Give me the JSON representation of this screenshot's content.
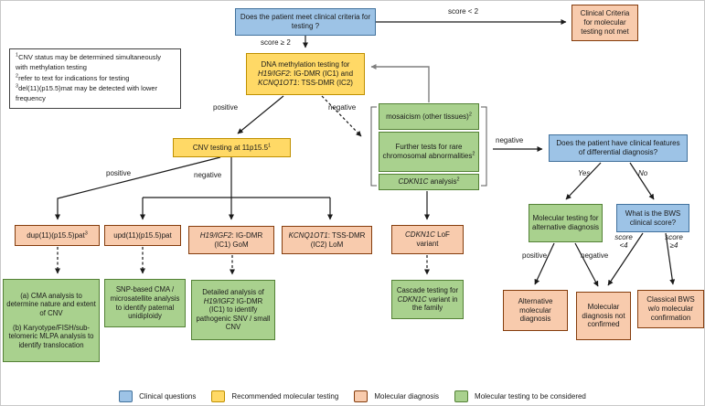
{
  "palette": {
    "clinical_question_fill": "#9DC3E6",
    "clinical_question_border": "#41719C",
    "recommended_fill": "#FFD966",
    "recommended_border": "#BF9000",
    "diagnosis_fill": "#F8CBAD",
    "diagnosis_border": "#843C0C",
    "considered_fill": "#A9D18E",
    "considered_border": "#538135"
  },
  "boxes": {
    "clinical_criteria_q": "Does the patient meet clinical criteria for testing ?",
    "criteria_not_met": "Clinical Criteria for molecular testing not met",
    "methylation": {
      "t1": "DNA methylation testing for ",
      "gene1": "H19/IGF2",
      "t2": ": IG-DMR (IC1) and ",
      "gene2": "KCNQ1OT1",
      "t3": ": TSS-DMR (IC2)"
    },
    "cnv_testing": {
      "text": "CNV testing at 11p15.5",
      "sup": "1"
    },
    "mosaicism": {
      "text": "mosaicism (other tissues)",
      "sup": "2"
    },
    "further_tests": {
      "text": "Further tests for rare chromosomal abnormalities",
      "sup": "2"
    },
    "cdkn1c_analysis": {
      "gene": "CDKN1C",
      "text": " analysis",
      "sup": "2"
    },
    "differential_q": "Does the patient have clinical features of differential diagnosis?",
    "alt_testing": "Molecular testing for alternative diagnosis",
    "bws_score_q": "What is the BWS clinical score?",
    "dup": {
      "text": "dup(11)(p15.5)pat",
      "sup": "3"
    },
    "upd": "upd(11)(p15.5)pat",
    "h19_gom": {
      "gene": "H19/IGF2",
      "text": ": IG-DMR (IC1) GoM"
    },
    "kcnq_lom": {
      "gene": "KCNQ1OT1",
      "text": ": TSS-DMR (IC2) LoM"
    },
    "cdkn1c_lof": {
      "gene": "CDKN1C",
      "text": " LoF variant"
    },
    "cma_analysis": {
      "a": "(a) CMA analysis to determine nature and extent of CNV",
      "b": "(b) Karyotype/FISH/sub-telomeric MLPA analysis to identify translocation"
    },
    "snp_cma": "SNP-based CMA / microsatellite analysis to identify paternal unidiploidy",
    "detailed_analysis": {
      "t1": "Detailed analysis of ",
      "gene": "H19/IGF2",
      "t2": " IG-DMR (IC1) to identify pathogenic SNV / small CNV"
    },
    "cascade": {
      "t1": "Cascade testing for ",
      "gene": "CDKN1C",
      "t2": " variant in the family"
    },
    "alt_diagnosis": "Alternative molecular diagnosis",
    "not_confirmed": "Molecular diagnosis not confirmed",
    "classical_bws": "Classical BWS w/o molecular confirmation"
  },
  "footnotes": {
    "items": [
      {
        "sup": "1",
        "text": "CNV status may be determined simultaneously with methylation testing"
      },
      {
        "sup": "2",
        "text": "refer to text for indications for testing"
      },
      {
        "sup": "3",
        "text": "del(11)(p15.5)mat may be detected with lower frequency"
      }
    ]
  },
  "edge_labels": {
    "score_lt_2": "score < 2",
    "score_ge_2": "score ≥ 2",
    "methylation_positive": "positive",
    "methylation_negative": "negative",
    "cnv_positive": "positive",
    "cnv_negative": "negative",
    "group_negative": "negative",
    "yes": "Yes",
    "no": "No",
    "alt_positive": "positive",
    "alt_negative": "negative",
    "score_lt_4": "score <4",
    "score_ge_4": "score ≥4"
  },
  "legend": {
    "items": [
      {
        "label": "Clinical questions",
        "color": "#9DC3E6",
        "border": "#41719C"
      },
      {
        "label": "Recommended molecular testing",
        "color": "#FFD966",
        "border": "#BF9000"
      },
      {
        "label": "Molecular diagnosis",
        "color": "#F8CBAD",
        "border": "#843C0C"
      },
      {
        "label": "Molecular testing to be considered",
        "color": "#A9D18E",
        "border": "#538135"
      }
    ]
  }
}
